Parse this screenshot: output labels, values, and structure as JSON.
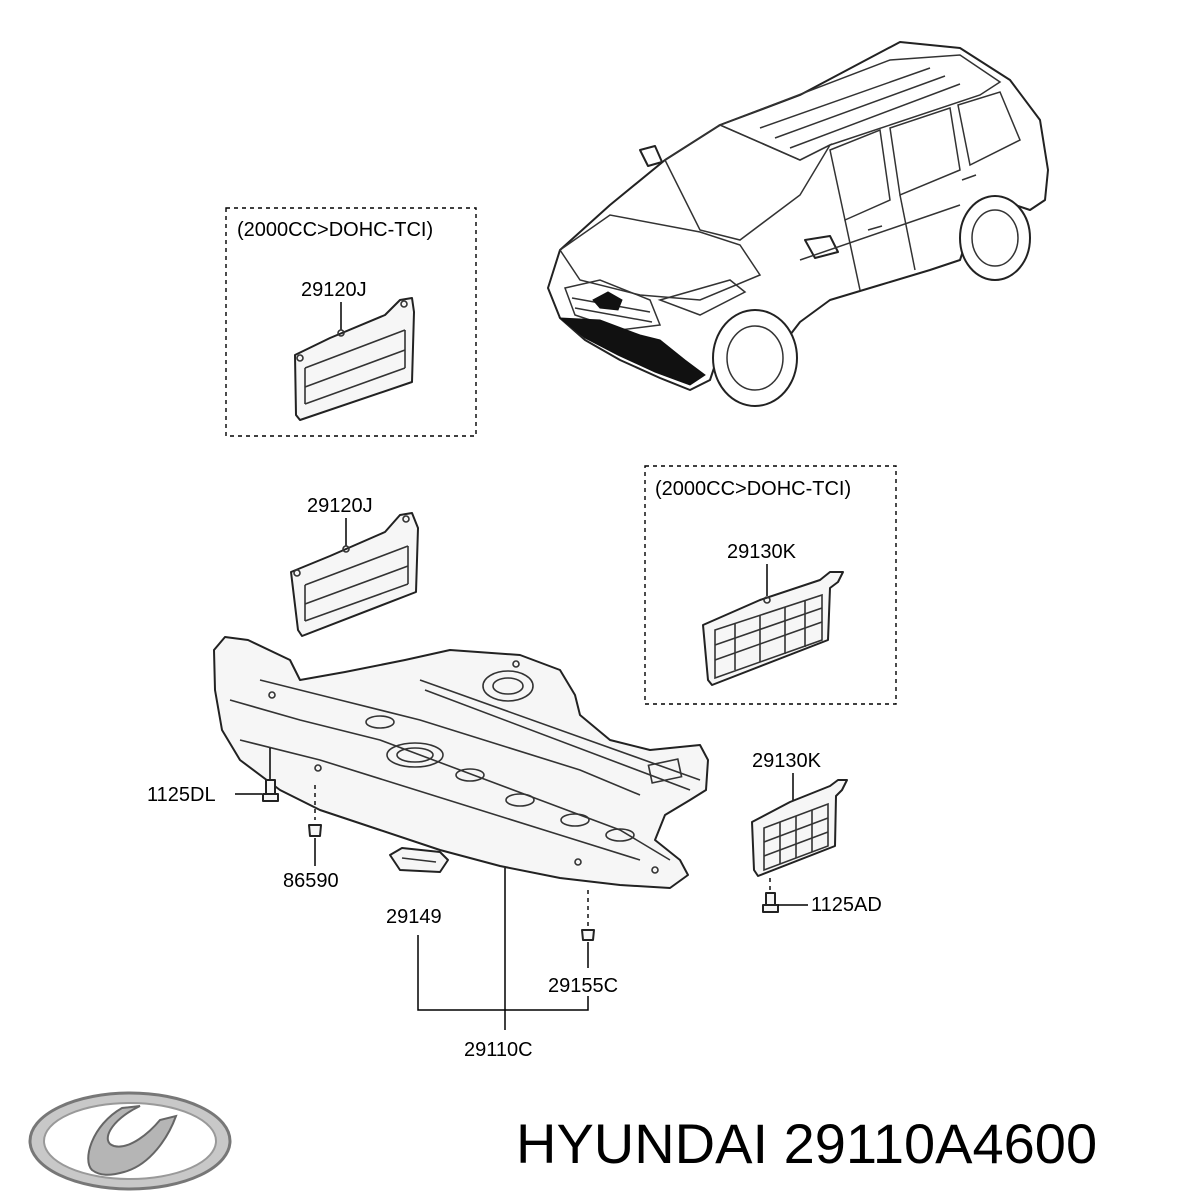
{
  "notes": {
    "box1": "(2000CC>DOHC-TCI)",
    "box2": "(2000CC>DOHC-TCI)"
  },
  "labels": {
    "p29120j_box": "29120J",
    "p29120j": "29120J",
    "p29130k_box": "29130K",
    "p29130k": "29130K",
    "p1125dl": "1125DL",
    "p86590": "86590",
    "p29149": "29149",
    "p29155c": "29155C",
    "p29110c": "29110C",
    "p1125ad": "1125AD"
  },
  "footer": {
    "title": "HYUNDAI 29110A4600"
  },
  "icons": {
    "logo": "hyundai-logo-icon"
  }
}
